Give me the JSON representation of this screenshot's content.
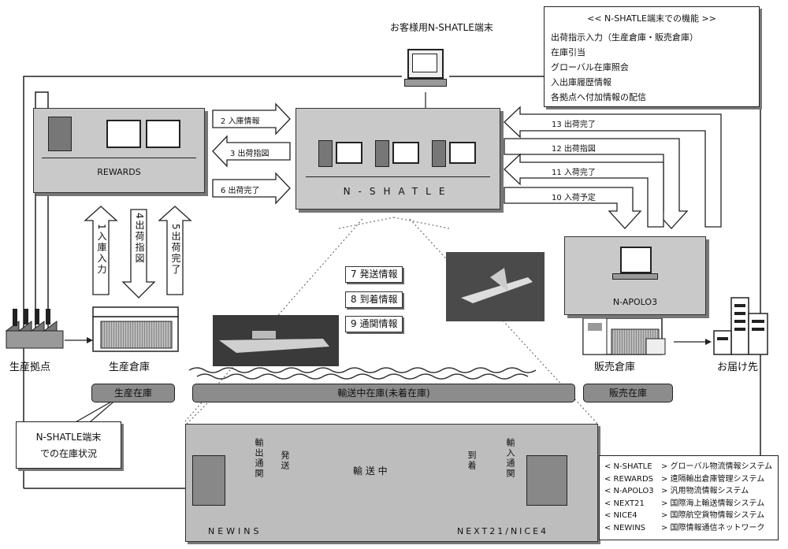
{
  "terminal": {
    "title": "お客様用N-SHATLE端末",
    "functions_title": "<< N-SHATLE端末での機能 >>",
    "functions": [
      "出荷指示入力（生産倉庫・販売倉庫）",
      "在庫引当",
      "グローバル在庫照会",
      "入出庫履歴情報",
      "各拠点へ付加情報の配信"
    ]
  },
  "rewards": {
    "label": "REWARDS"
  },
  "nshatle": {
    "label": "N-SHATLE"
  },
  "napolo": {
    "label": "N-APOLO3"
  },
  "arrows_mid": [
    "2 入庫情報",
    "3 出荷指図",
    "6 出荷完了"
  ],
  "arrows_right": [
    "13 出荷完了",
    "12 出荷指図",
    "11 入荷完了",
    "10 入荷予定"
  ],
  "arrows_vertical": [
    "1入庫入力",
    "4出荷指図",
    "5出荷完了"
  ],
  "info_buttons": [
    "7 発送情報",
    "8 到着情報",
    "9 通関情報"
  ],
  "places": {
    "production_site": "生産拠点",
    "production_warehouse": "生産倉庫",
    "sales_warehouse": "販売倉庫",
    "destination": "お届け先"
  },
  "stocks": {
    "production": "生産在庫",
    "transit": "輸送中在庫(未着在庫)",
    "sales": "販売在庫"
  },
  "callout": {
    "line1": "N-SHATLE端末",
    "line2": "での在庫状況"
  },
  "transport": {
    "export_customs": "輸出通関",
    "dispatch": "発送",
    "in_transit": "輸 送 中",
    "arrival": "到着",
    "import_customs": "輸入通関",
    "newins": "NEWINS",
    "next21": "NEXT21/NICE4"
  },
  "legend": [
    {
      "key": "< N-SHATLE",
      "value": "> グローバル物流情報システム"
    },
    {
      "key": "< REWARDS",
      "value": "> 遠隔輸出倉庫管理システム"
    },
    {
      "key": "< N-APOLO3",
      "value": "> 汎用物流情報システム"
    },
    {
      "key": "< NEXT21",
      "value": "> 国際海上輸送情報システム"
    },
    {
      "key": "< NICE4",
      "value": "> 国際航空貨物情報システム"
    },
    {
      "key": "< NEWINS",
      "value": "> 国際情報通信ネットワーク"
    }
  ]
}
